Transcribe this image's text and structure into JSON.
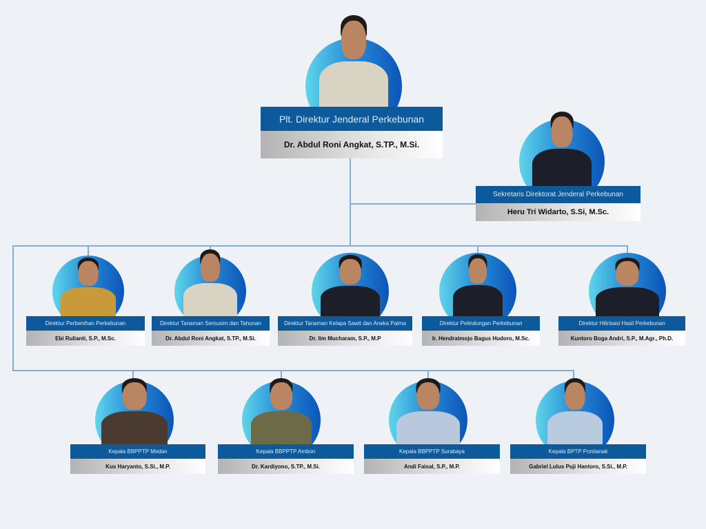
{
  "head": {
    "title": "Plt. Direktur Jenderal Perkebunan",
    "name": "Dr. Abdul Roni Angkat, S.TP., M.Si."
  },
  "secretary": {
    "title": "Sekretaris Direktorat Jenderal Perkebunan",
    "name": "Heru Tri Widarto, S.Si, M.Sc."
  },
  "directors": [
    {
      "title": "Direktur Perbenihan Perkebunan",
      "name": "Ebi Rulianti, S.P., M.Sc."
    },
    {
      "title": "Direktur Tanaman Semusim dan Tahunan",
      "name": "Dr. Abdul Roni Angkat, S.TP., M.Si."
    },
    {
      "title": "Direktur Tanaman Kelapa Sawit dan Aneka Palma",
      "name": "Dr. Iim Mucharam, S.P., M.P"
    },
    {
      "title": "Direktur Pelindungan Perkebunan",
      "name": "Ir. Hendratmojo Bagus Hudoro, M.Sc."
    },
    {
      "title": "Direktur Hilirisasi Hasil Perkebunan",
      "name": "Kuntoro Boga Andri, S.P., M.Agr., Ph.D."
    }
  ],
  "units": [
    {
      "title": "Kepala BBPPTP Medan",
      "name": "Kus Haryanto, S.Si., M.P."
    },
    {
      "title": "Kepala BBPPTP Ambon",
      "name": "Dr. Kardiyono, S.TP., M.Si."
    },
    {
      "title": "Kepala BBPPTP Surabaya",
      "name": "Andi Faisal, S.P., M.P."
    },
    {
      "title": "Kepala BPTP Pontianak",
      "name": "Gabriel Lulus Puji Hantoro, S.Si., M.P."
    }
  ],
  "colors": {
    "primary": "#0c5a9b",
    "connector": "#7fb0dc",
    "background": "#eef2f6"
  }
}
